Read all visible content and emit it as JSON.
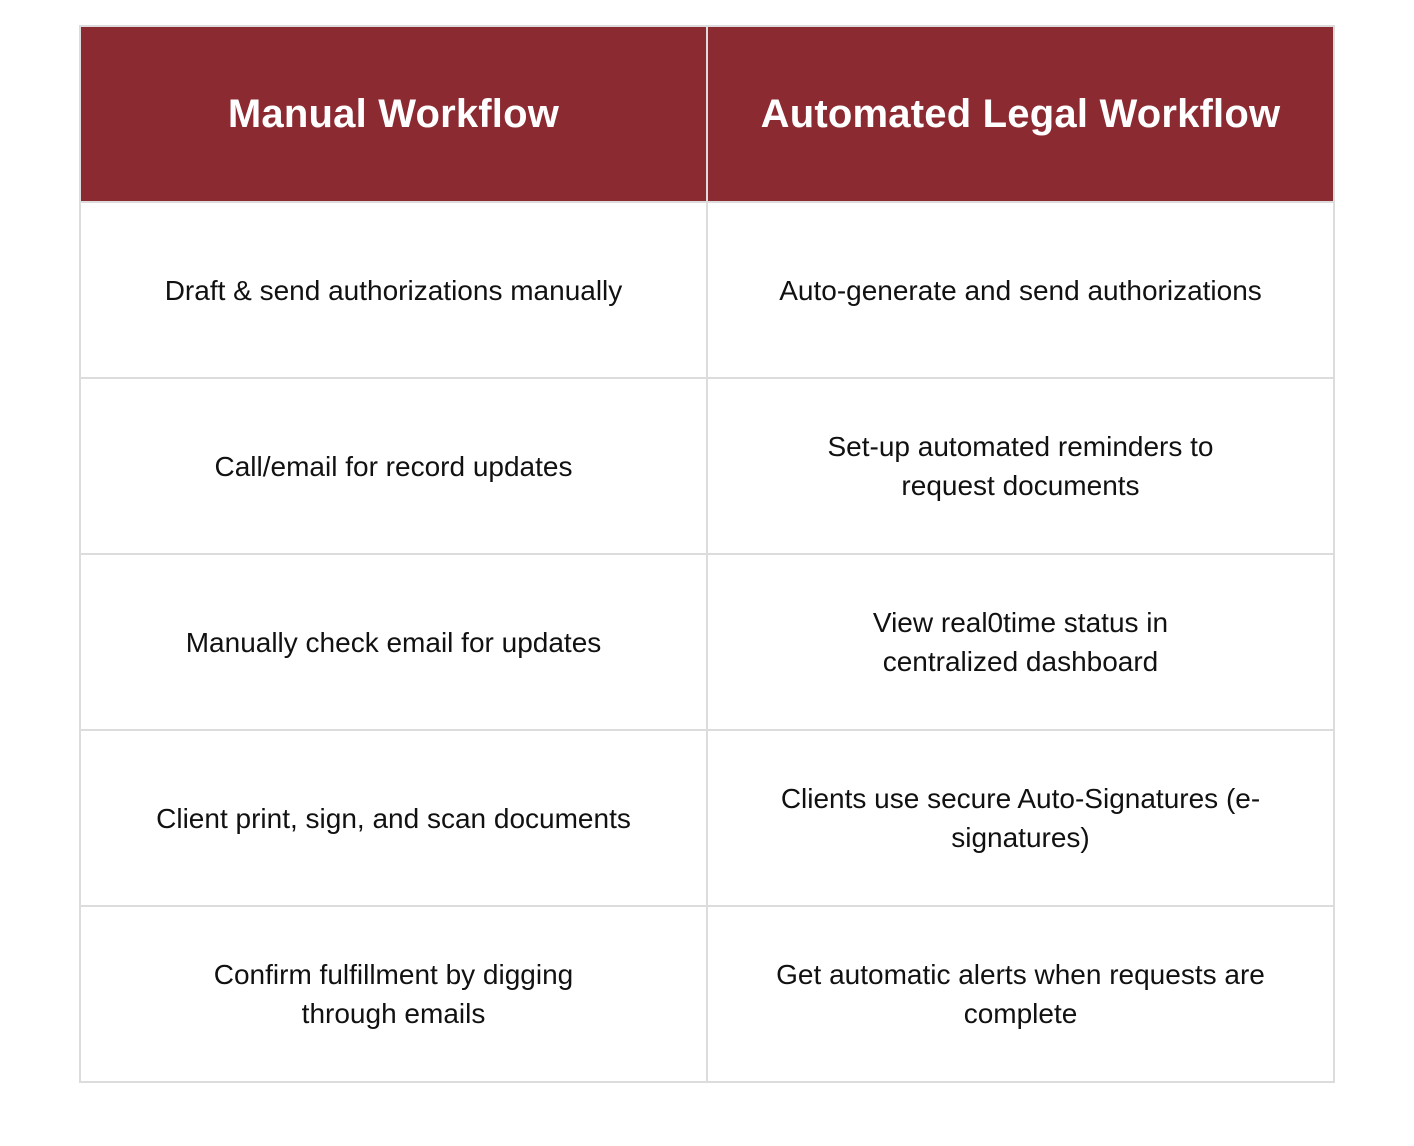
{
  "header": {
    "left": "Manual Workflow",
    "right": "Automated Legal Workflow"
  },
  "rows": [
    {
      "manual": "Draft & send authorizations manually",
      "automated": "Auto-generate and send authorizations"
    },
    {
      "manual": "Call/email for record updates",
      "automated": "Set-up automated reminders to request documents"
    },
    {
      "manual": "Manually check email for updates",
      "automated": "View real0time status in centralized dashboard"
    },
    {
      "manual": "Client print, sign, and scan documents",
      "automated": "Clients use secure Auto-Signatures (e-signatures)"
    },
    {
      "manual": "Confirm fulfillment by digging through emails",
      "automated": "Get automatic alerts when requests are complete"
    }
  ],
  "colors": {
    "header_bg": "#8c2a32",
    "border": "#dcdcdc"
  }
}
